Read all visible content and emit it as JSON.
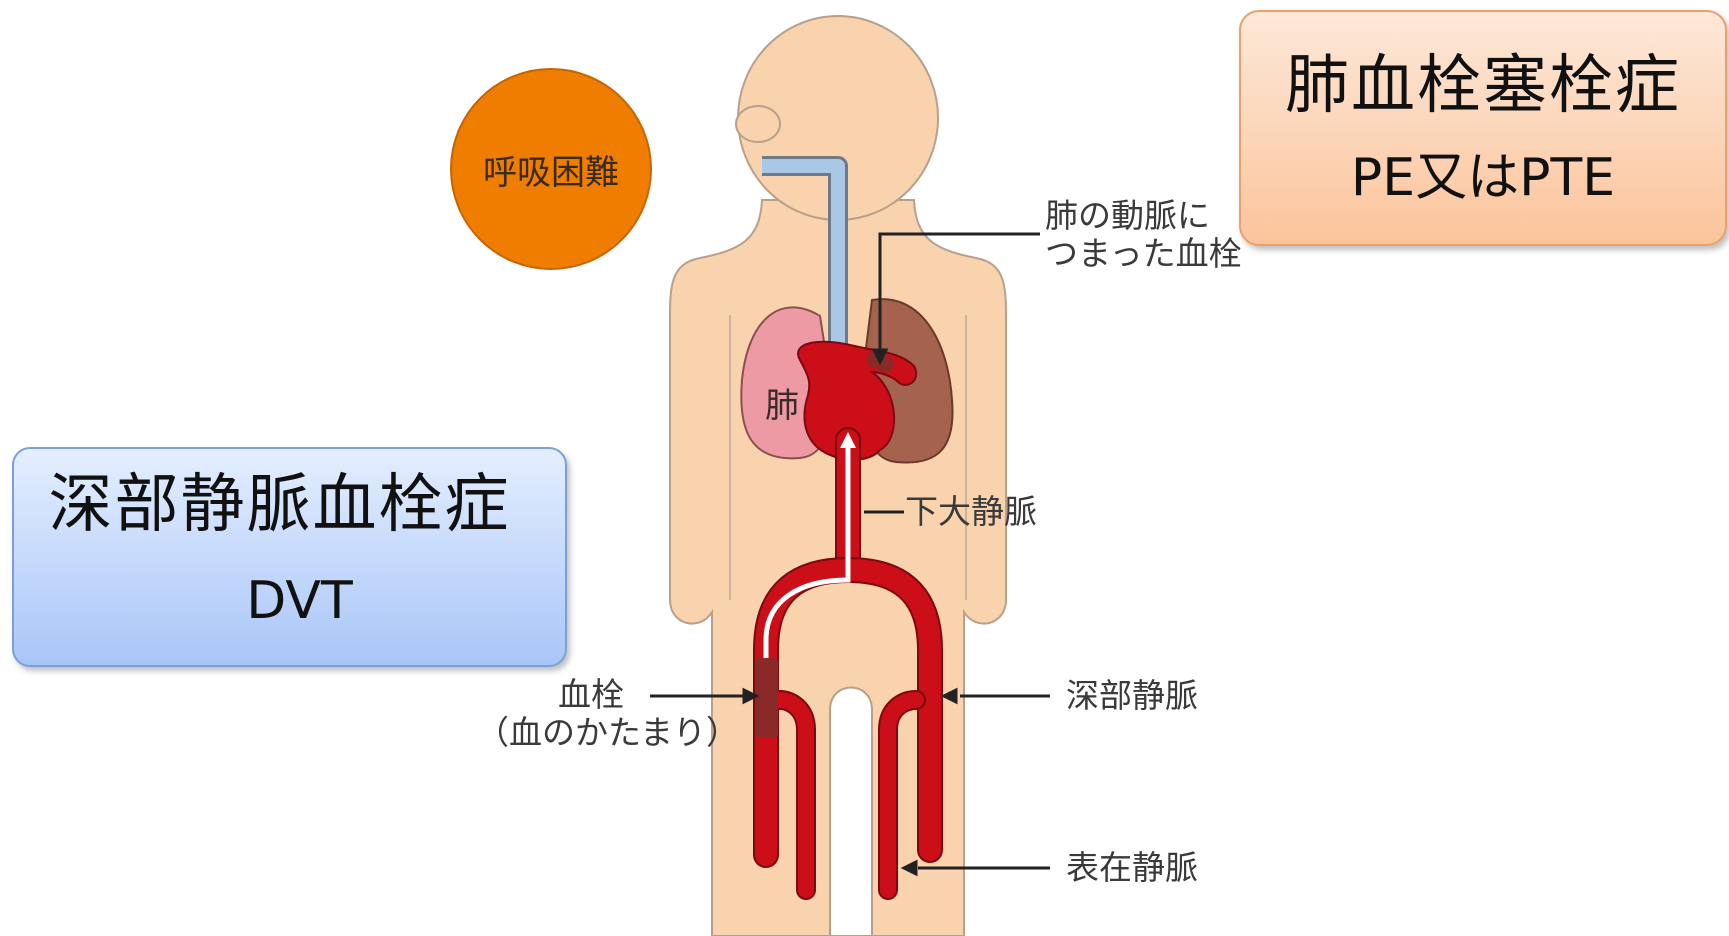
{
  "pe_box": {
    "title": "肺血栓塞栓症",
    "subtitle": "PE又はPTE",
    "color": "#fbc49c"
  },
  "dvt_box": {
    "title": "深部静脈血栓症",
    "subtitle": "DVT",
    "color": "#a9c6f8"
  },
  "symptom": {
    "label": "呼吸困難",
    "color": "#ef7e00"
  },
  "organ_labels": {
    "lung": "肺"
  },
  "callouts": {
    "pulmonary_clot_line1": "肺の動脈に",
    "pulmonary_clot_line2": "つまった血栓",
    "ivc": "下大静脈",
    "thrombus_line1": "血栓",
    "thrombus_line2": "（血のかたまり）",
    "deep_vein": "深部静脈",
    "superficial_vein": "表在静脈"
  },
  "colors": {
    "skin": "#f8d3ad",
    "vein": "#cc0e18",
    "clot": "#8a2a28",
    "lung_left": "#ee9aa4",
    "lung_right": "#a5634f",
    "airway": "#a8c8e6"
  }
}
